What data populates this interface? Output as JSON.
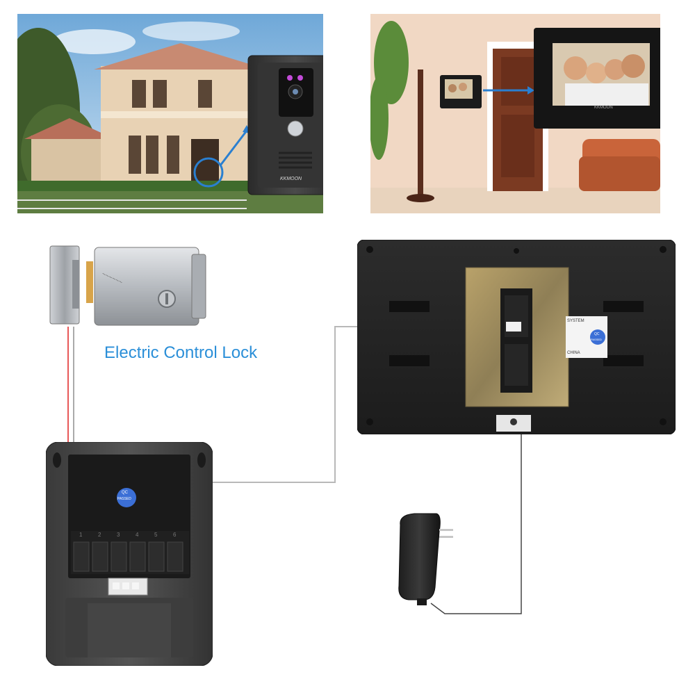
{
  "lock": {
    "caption": "Electric Control Lock"
  },
  "outdoor_unit": {
    "brand": "KKMOON",
    "qc_label_top": "QC",
    "qc_label_bottom": "PASSED",
    "terminal_numbers": [
      "1",
      "2",
      "3",
      "4",
      "5",
      "6"
    ]
  },
  "indoor_monitor": {
    "brand": "KKMOON",
    "qc_label_top": "QC",
    "qc_label_bottom": "PASSED",
    "sticker_line1": "SYSTEM",
    "sticker_line2": "CHINA"
  },
  "colors": {
    "lock_wire": "#e02020",
    "signal_wire": "#b8b8b8",
    "caption": "#2b8fd8",
    "arrow": "#2a7fd0"
  },
  "icons": [
    "arrow-icon",
    "camera-lens-icon",
    "call-button-icon",
    "power-plug-icon"
  ]
}
